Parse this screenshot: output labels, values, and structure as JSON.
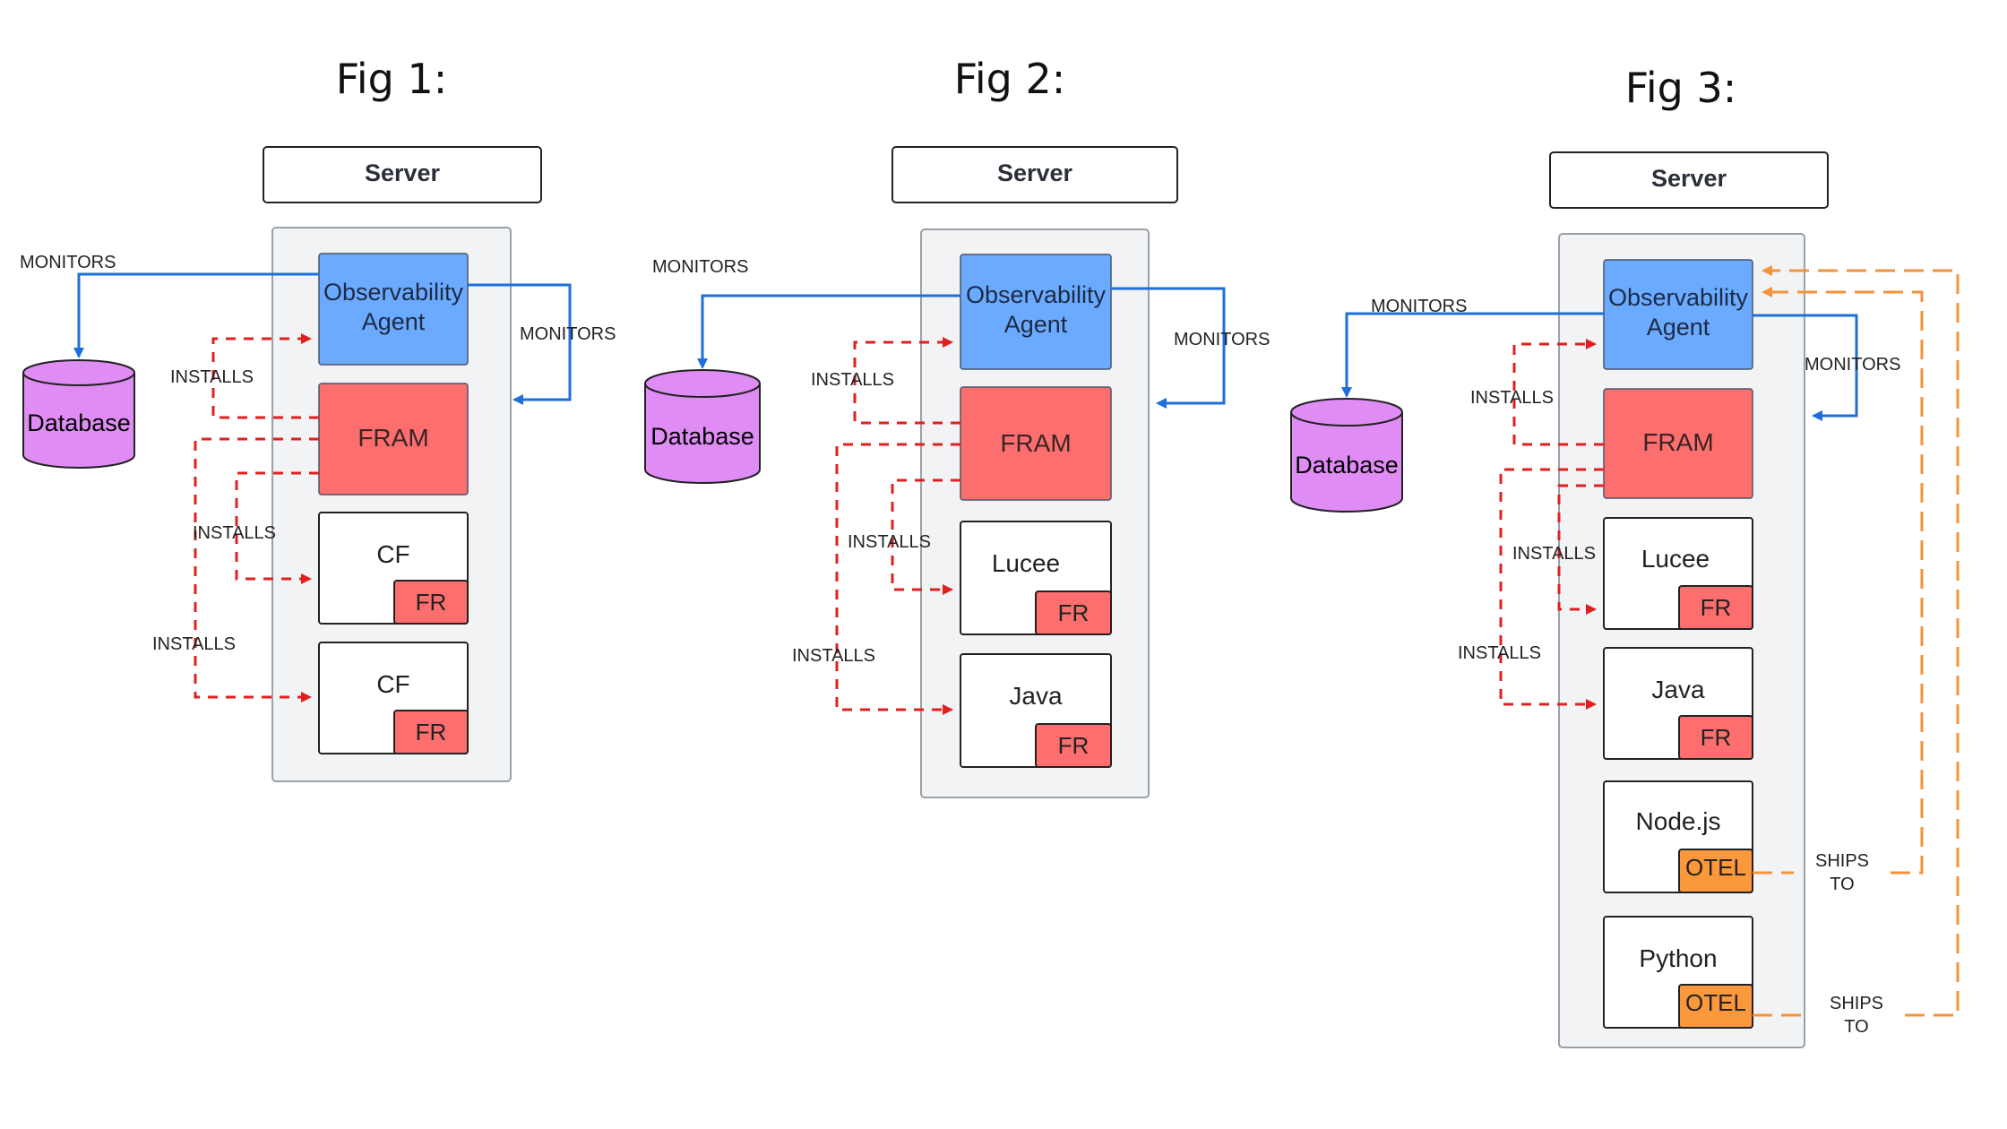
{
  "colors": {
    "agent": "#6aabff",
    "fram": "#fd6e6e",
    "fr": "#fd6e6e",
    "otel": "#fb983b",
    "database": "#e08cf5",
    "monitors_line": "#1e6fd9",
    "installs_line": "#e0201e",
    "ships_line": "#f5923a"
  },
  "figures": [
    {
      "title": "Fig 1:",
      "server": "Server",
      "agent_line1": "Observability",
      "agent_line2": "Agent",
      "fram": "FRAM",
      "database": "Database",
      "apps": [
        {
          "name": "CF",
          "tag": "FR"
        },
        {
          "name": "CF",
          "tag": "FR"
        }
      ],
      "edge_labels": {
        "monitors_db": "MONITORS",
        "monitors_fram": "MONITORS",
        "installs_agent": "INSTALLS",
        "installs_app1": "INSTALLS",
        "installs_app2": "INSTALLS"
      }
    },
    {
      "title": "Fig 2:",
      "server": "Server",
      "agent_line1": "Observability",
      "agent_line2": "Agent",
      "fram": "FRAM",
      "database": "Database",
      "apps": [
        {
          "name": "Lucee",
          "tag": "FR"
        },
        {
          "name": "Java",
          "tag": "FR"
        }
      ],
      "edge_labels": {
        "monitors_db": "MONITORS",
        "monitors_fram": "MONITORS",
        "installs_agent": "INSTALLS",
        "installs_app1": "INSTALLS",
        "installs_app2": "INSTALLS"
      }
    },
    {
      "title": "Fig 3:",
      "server": "Server",
      "agent_line1": "Observability",
      "agent_line2": "Agent",
      "fram": "FRAM",
      "database": "Database",
      "apps": [
        {
          "name": "Lucee",
          "tag": "FR"
        },
        {
          "name": "Java",
          "tag": "FR"
        },
        {
          "name": "Node.js",
          "tag": "OTEL"
        },
        {
          "name": "Python",
          "tag": "OTEL"
        }
      ],
      "edge_labels": {
        "monitors_db": "MONITORS",
        "monitors_fram": "MONITORS",
        "installs_agent": "INSTALLS",
        "installs_app1": "INSTALLS",
        "installs_app2": "INSTALLS",
        "ships1_line1": "SHIPS",
        "ships1_line2": "TO",
        "ships2_line1": "SHIPS",
        "ships2_line2": "TO"
      }
    }
  ]
}
